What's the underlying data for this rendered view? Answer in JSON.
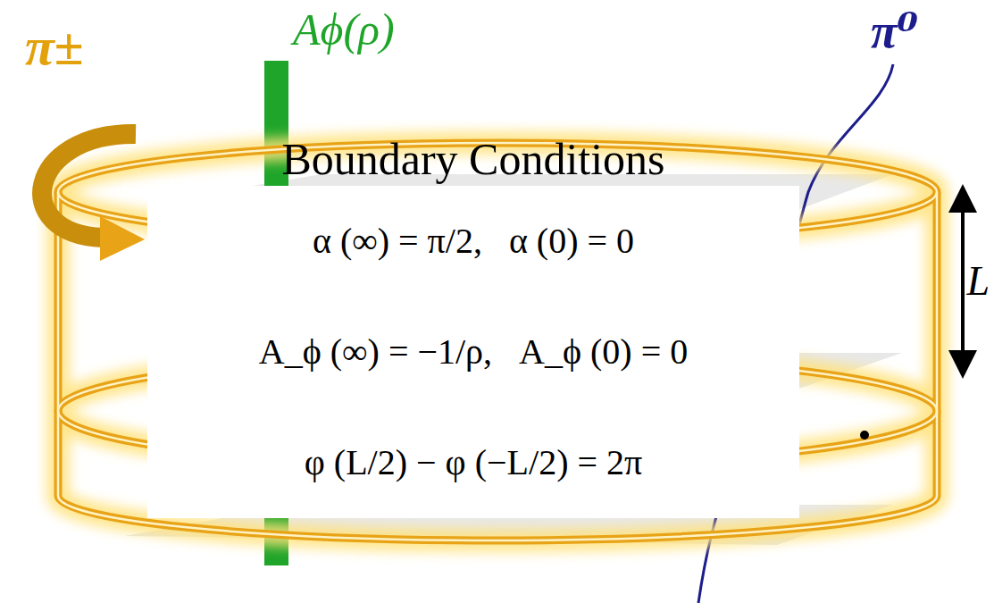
{
  "diagram": {
    "nodes": [
      {
        "text": [
          "Boundary Conditions",
          "α (∞) = π/2,   α (0) = 0",
          "A_ϕ (∞) = −1/ρ,   A_ϕ (0) = 0",
          "φ (L/2) − φ (−L/2) = 2π"
        ]
      }
    ],
    "labels": [
      "π±",
      "Aϕ(ρ)",
      "π⁰",
      "L"
    ]
  }
}
